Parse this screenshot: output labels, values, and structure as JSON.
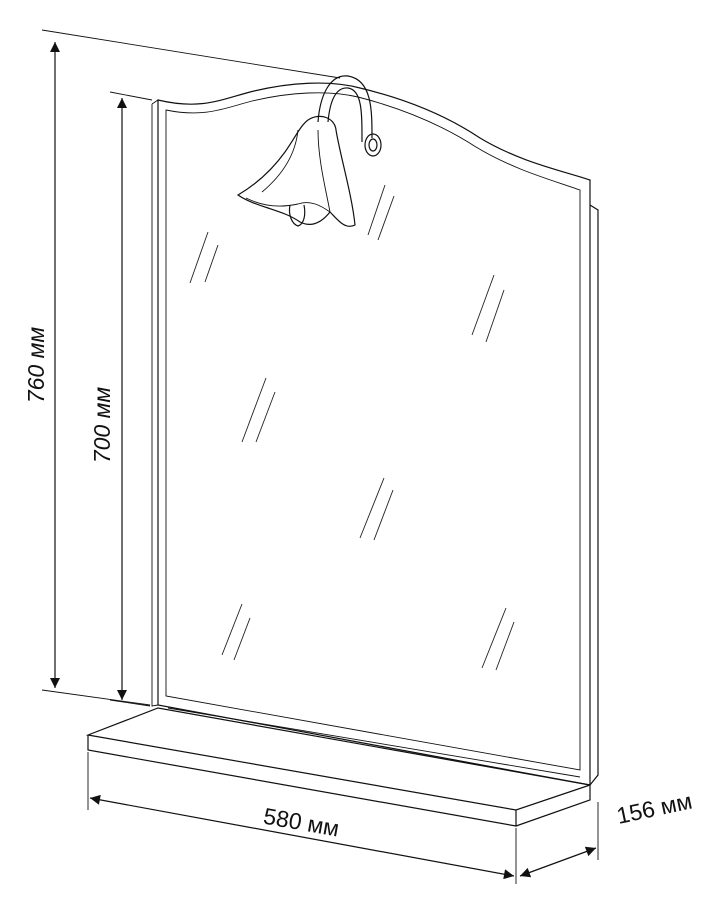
{
  "dimensions": {
    "total_height": "760 мм",
    "mirror_height": "700 мм",
    "width": "580 мм",
    "depth": "156 мм"
  },
  "colors": {
    "line": "#111111",
    "background": "#ffffff",
    "shade_fill": "#ffffff"
  },
  "icons": {
    "lamp": "wall-lamp-icon"
  }
}
